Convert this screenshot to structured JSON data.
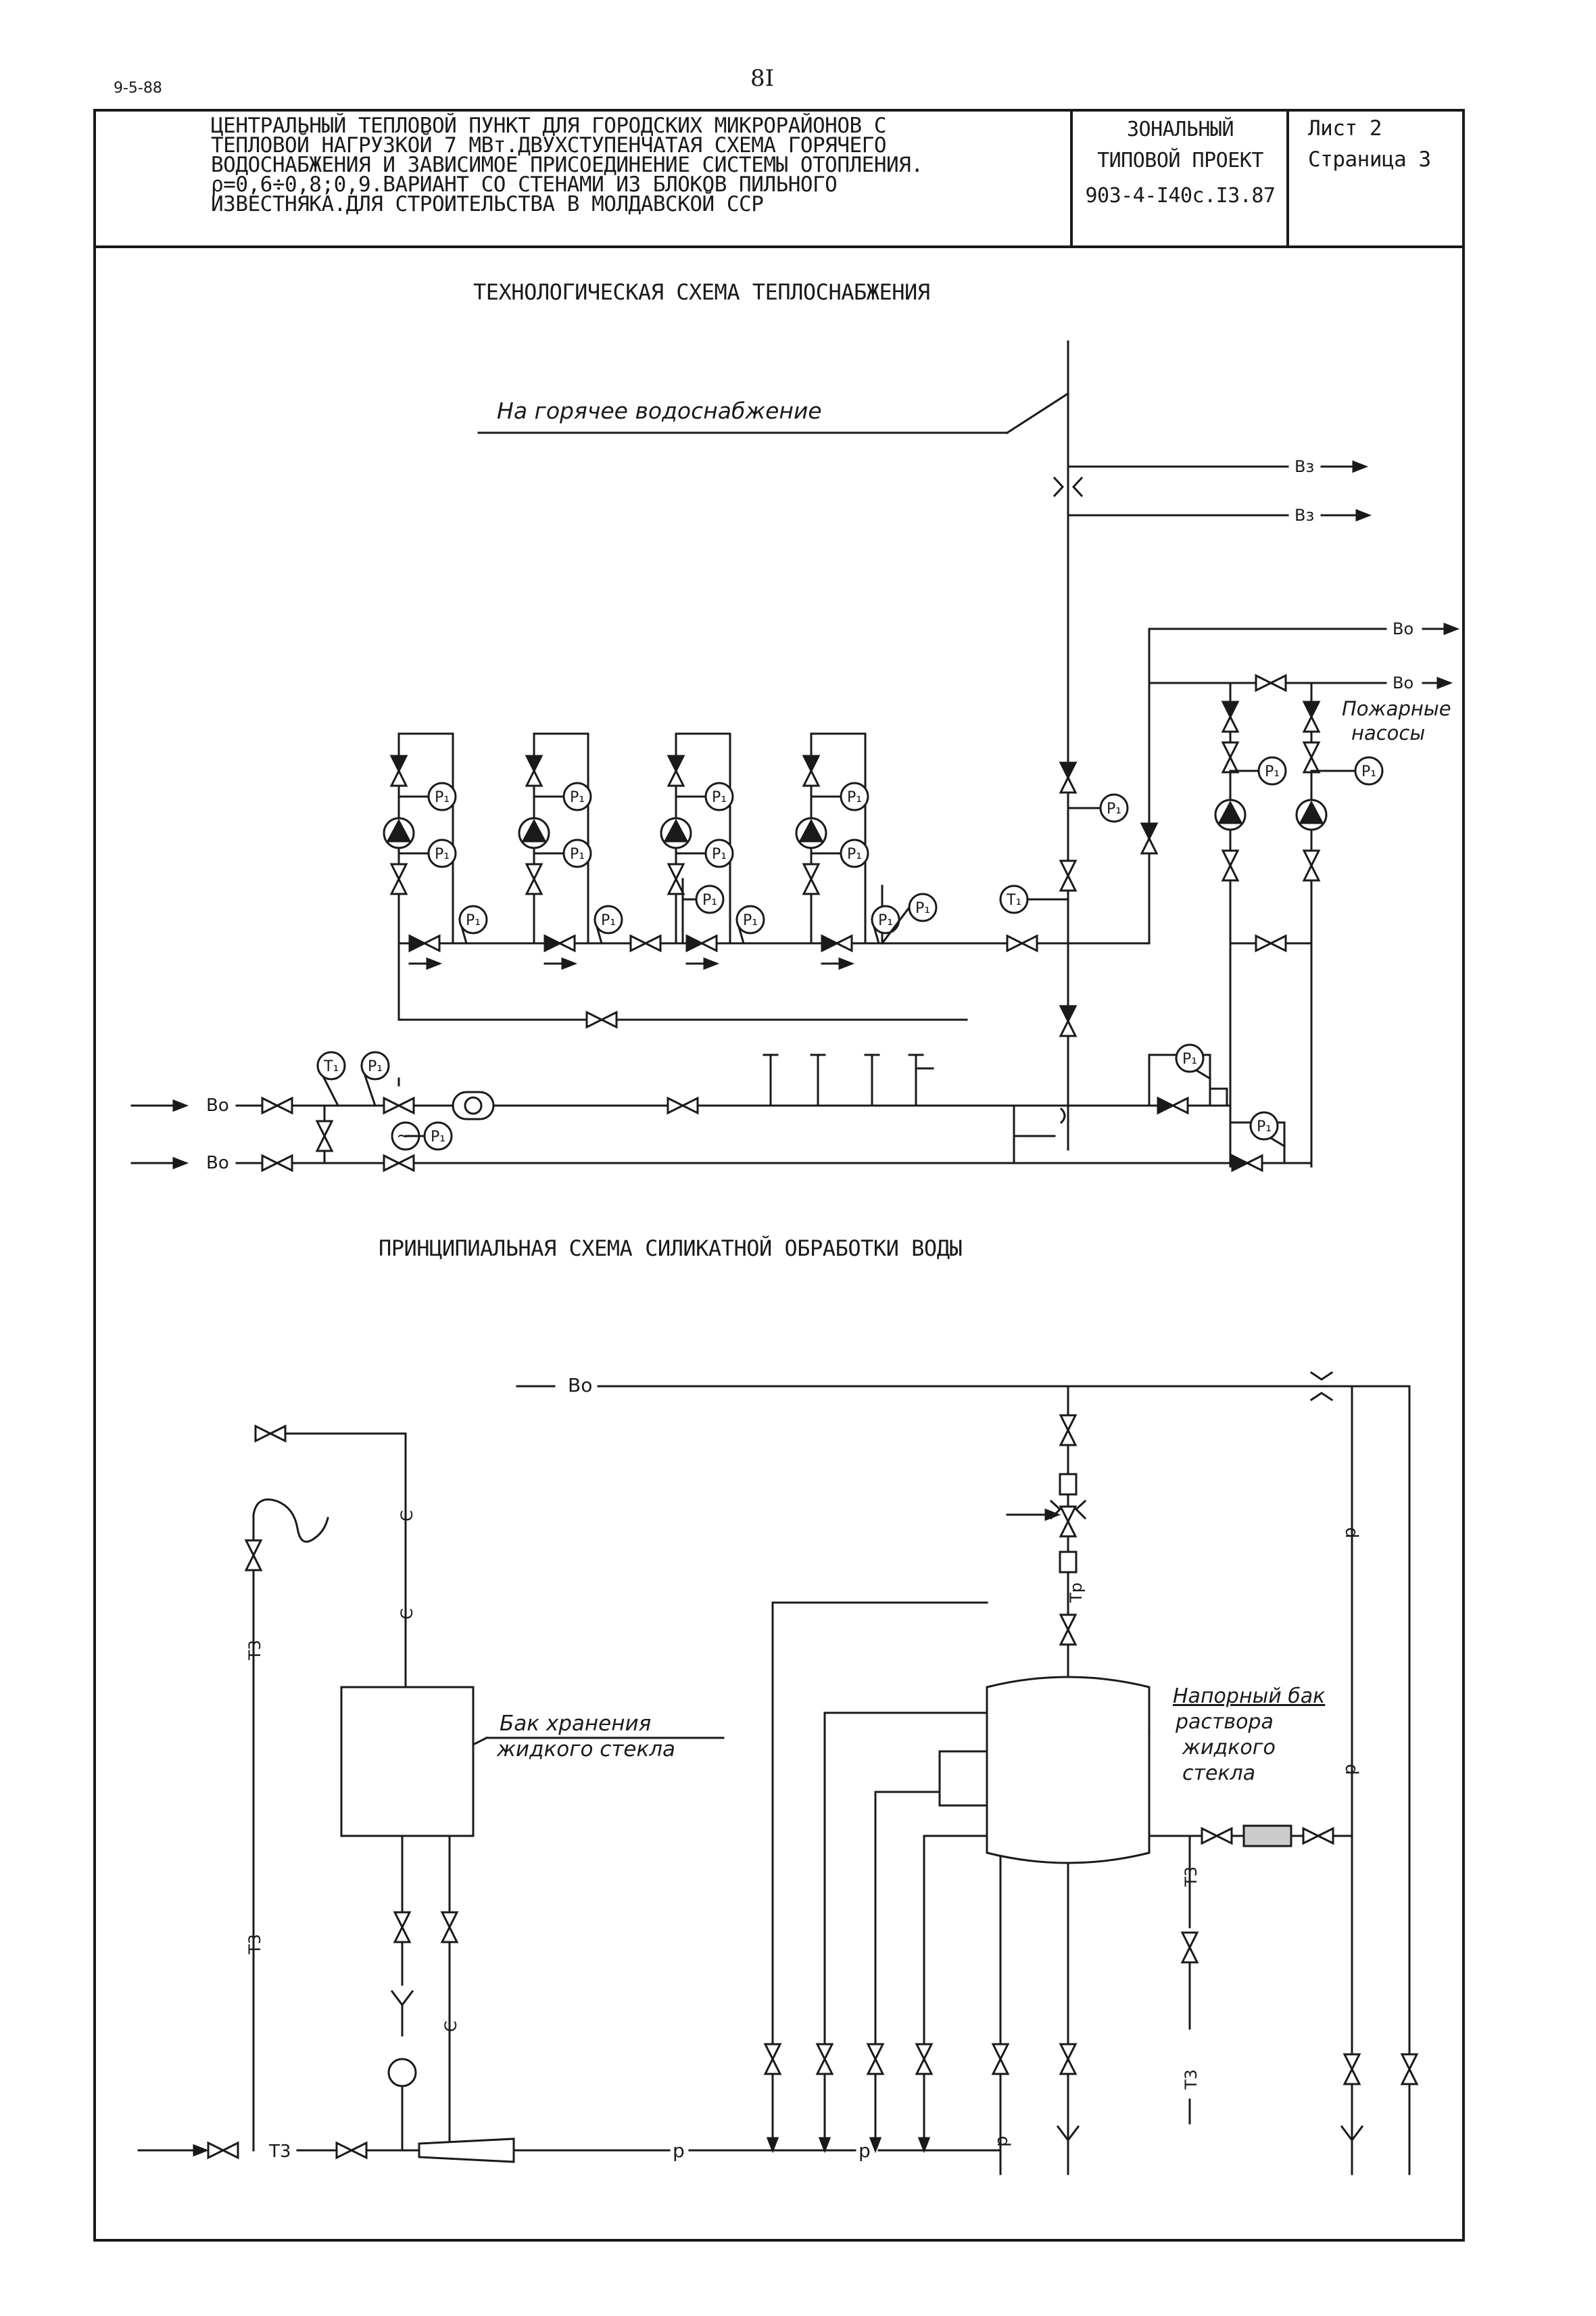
{
  "corner_code": "9-5-88",
  "page_number": "8I",
  "title_block": {
    "description_lines": [
      "ЦЕНТРАЛЬНЫЙ ТЕПЛОВОЙ ПУНКТ ДЛЯ ГОРОДСКИХ МИКРОРАЙОНОВ С",
      "ТЕПЛОВОЙ НАГРУЗКОЙ 7 МВт.ДВУХСТУПЕНЧАТАЯ СХЕМА ГОРЯЧЕГО",
      "ВОДОСНАБЖЕНИЯ И ЗАВИСИМОЕ ПРИСОЕДИНЕНИЕ СИСТЕМЫ ОТОПЛЕНИЯ.",
      "ρ=0,6÷0,8;0,9.ВАРИАНТ СО СТЕНАМИ ИЗ БЛОКОВ ПИЛЬНОГО",
      "ИЗВЕСТНЯКА.ДЛЯ СТРОИТЕЛЬСТВА В МОЛДАВСКОЙ ССР"
    ],
    "project_lines": [
      "ЗОНАЛЬНЫЙ",
      "ТИПОВОЙ ПРОЕКТ",
      "903-4-I40с.I3.87"
    ],
    "sheet": "Лист 2",
    "page": "Страница 3"
  },
  "scheme1": {
    "title": "ТЕХНОЛОГИЧЕСКАЯ СХЕМА ТЕПЛОСНАБЖЕНИЯ",
    "hot_water_label": "На   горячее   водоснабжение",
    "fire_pumps_label": [
      "Пожарные",
      "насосы"
    ],
    "pipe_v3": "Вз",
    "pipe_v0": "Во",
    "gauge_p": "P₁",
    "gauge_t": "T₁"
  },
  "scheme2": {
    "title": "ПРИНЦИПИАЛЬНАЯ СХЕМА СИЛИКАТНОЙ ОБРАБОТКИ ВОДЫ",
    "storage_tank_label": [
      "Бак хранения",
      "жидкого  стекла"
    ],
    "pressure_tank_label": [
      "Напорный бак",
      "раствора",
      "жидкого",
      "стекла"
    ],
    "line_v0": "Во",
    "line_c": "С",
    "line_t3": "Т3",
    "line_p": "р",
    "line_tp": "Тр"
  }
}
